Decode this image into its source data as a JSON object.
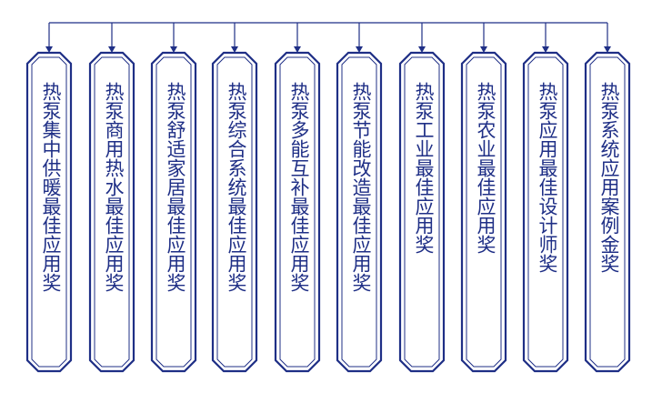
{
  "diagram": {
    "colors": {
      "line": "#1f2f86",
      "text": "#1f2f86",
      "background": "#ffffff"
    },
    "awards": [
      {
        "label": "热泵集中供暖最佳应用奖"
      },
      {
        "label": "热泵商用热水最佳应用奖"
      },
      {
        "label": "热泵舒适家居最佳应用奖"
      },
      {
        "label": "热泵综合系统最佳应用奖"
      },
      {
        "label": "热泵多能互补最佳应用奖"
      },
      {
        "label": "热泵节能改造最佳应用奖"
      },
      {
        "label": "热泵工业最佳应用奖"
      },
      {
        "label": "热泵农业最佳应用奖"
      },
      {
        "label": "热泵应用最佳设计师奖"
      },
      {
        "label": "热泵系统应用案例金奖"
      }
    ]
  }
}
